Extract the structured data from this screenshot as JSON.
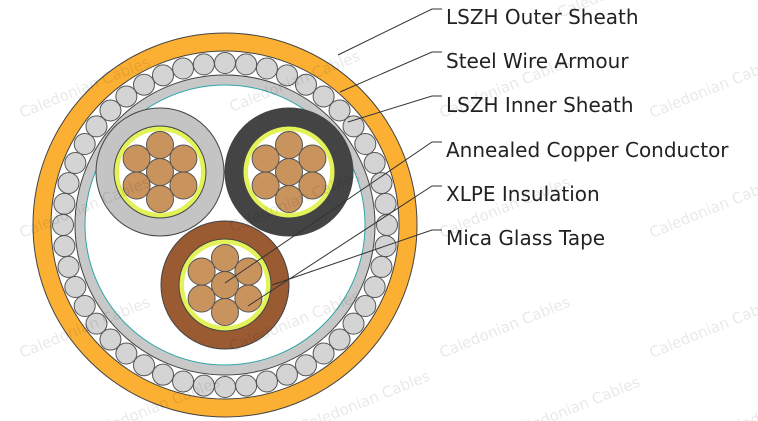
{
  "diagram": {
    "watermark": "Caledonian Cables",
    "labels": [
      {
        "id": "outer-sheath",
        "text": "LSZH Outer Sheath"
      },
      {
        "id": "armour",
        "text": "Steel Wire Armour"
      },
      {
        "id": "inner-sheath",
        "text": "LSZH Inner Sheath"
      },
      {
        "id": "conductor",
        "text": "Annealed Copper Conductor"
      },
      {
        "id": "insulation",
        "text": "XLPE Insulation"
      },
      {
        "id": "mica-tape",
        "text": "Mica Glass Tape"
      }
    ],
    "colors": {
      "outer_sheath": "#FBB034",
      "armour_wire": "#D4D4D4",
      "inner_sheath": "#C8C8C8",
      "core_grey": "#C4C4C4",
      "core_black": "#444444",
      "core_brown": "#9A5A32",
      "mica_tape": "#E4F25A",
      "copper": "#C9935E",
      "leader_line": "#333333"
    }
  }
}
